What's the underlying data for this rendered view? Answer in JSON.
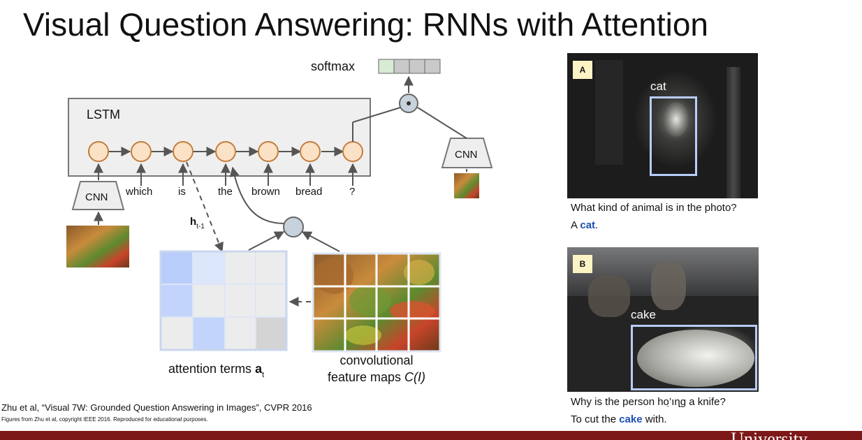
{
  "slide": {
    "title": "Visual Question Answering: RNNs with Attention"
  },
  "diagram": {
    "softmax_label": "softmax",
    "lstm_label": "LSTM",
    "cnn_left_label": "CNN",
    "cnn_right_label": "CNN",
    "words": [
      "which",
      "is",
      "the",
      "brown",
      "bread",
      "?"
    ],
    "hidden_label": "h",
    "hidden_subscript": "t-1",
    "attention_label": "attention terms ",
    "attention_symbol": "a",
    "attention_subscript": "t",
    "feature_line1": "convolutional",
    "feature_line2": "feature maps ",
    "feature_symbol": "C(I)"
  },
  "examples": [
    {
      "tag": "A",
      "box_label": "cat",
      "question": "What kind of animal is in the photo?",
      "answer_prefix": "A ",
      "answer_highlight": "cat",
      "answer_suffix": "."
    },
    {
      "tag": "B",
      "box_label": "cake",
      "question": "Why is the person ho’̣ıɳɡ a knife?",
      "answer_prefix": "To cut the ",
      "answer_highlight": "cake",
      "answer_suffix": " with."
    }
  ],
  "citation": {
    "main": "Zhu et al, “Visual 7W: Grounded Question Answering in Images”, CVPR 2016",
    "note": "Figures from Zhu et al, copyright IEEE 2016. Reproduced for educational purposes."
  },
  "footer": {
    "text": "University"
  },
  "colors": {
    "node_fill": "#fbe1c5",
    "node_stroke": "#c47d3a",
    "attention_blue": "#b9cdfb",
    "footer_red": "#7c1818"
  }
}
